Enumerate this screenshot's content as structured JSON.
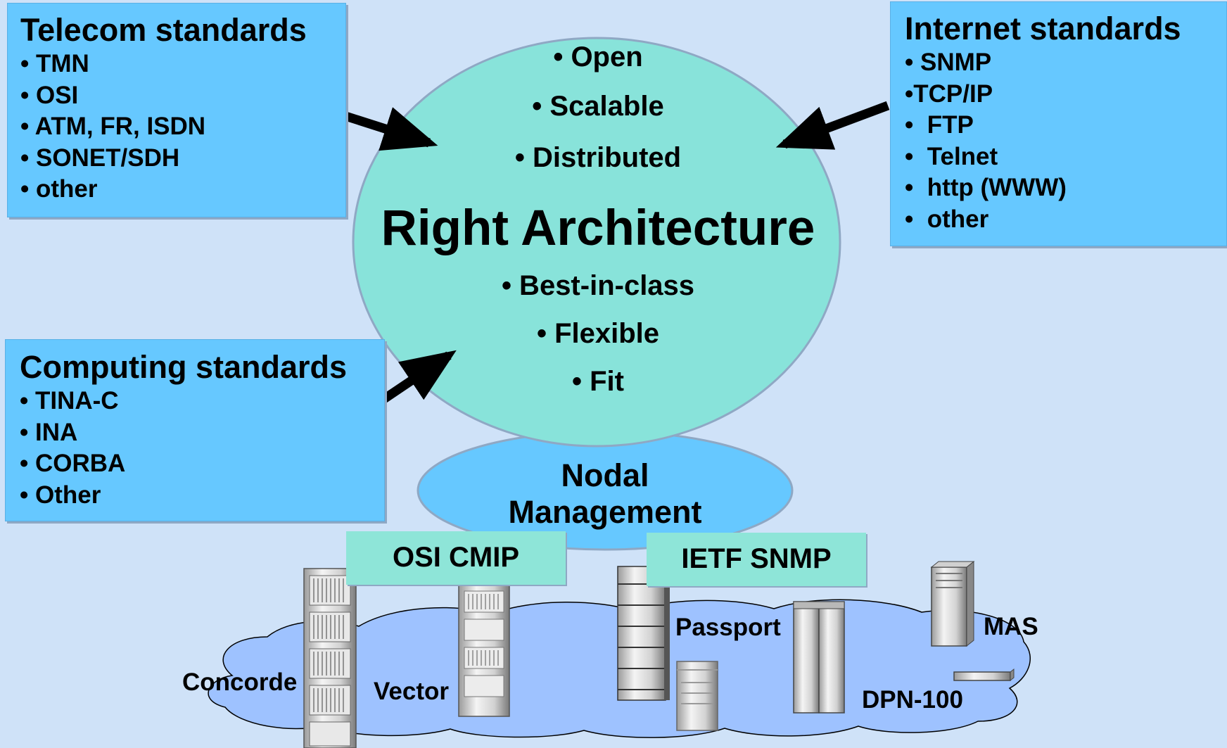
{
  "telecom": {
    "title": "Telecom standards",
    "items": [
      "• TMN",
      "• OSI",
      "• ATM, FR, ISDN",
      "• SONET/SDH",
      "• other"
    ]
  },
  "internet": {
    "title": "Internet standards",
    "items": [
      "• SNMP",
      "•TCP/IP",
      "•  FTP",
      "•  Telnet",
      "•  http (WWW)",
      "•  other"
    ]
  },
  "computing": {
    "title": "Computing standards",
    "items": [
      "• TINA-C",
      "• INA",
      "• CORBA",
      "• Other"
    ]
  },
  "architecture": {
    "title": "Right Architecture",
    "top_items": [
      "• Open",
      "• Scalable",
      "• Distributed"
    ],
    "bottom_items": [
      "• Best-in-class",
      "• Flexible",
      "• Fit"
    ]
  },
  "nodal": {
    "line1": "Nodal",
    "line2": "Management"
  },
  "protocols": {
    "osi": "OSI CMIP",
    "ietf": "IETF SNMP"
  },
  "devices": {
    "concorde": "Concorde",
    "vector": "Vector",
    "passport": "Passport",
    "dpn": "DPN-100",
    "mas": "MAS"
  },
  "colors": {
    "background": "#cfe2f8",
    "standards_box": "#66c8ff",
    "architecture_circle": "#88e3da",
    "nodal_ellipse": "#66c8ff",
    "protocol_box": "#8ee5d8",
    "network_cloud": "#9ec2ff"
  }
}
